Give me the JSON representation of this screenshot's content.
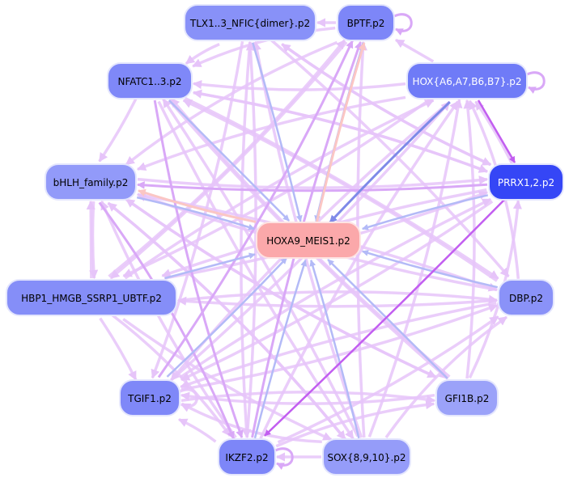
{
  "diagram": {
    "type": "motif-regulatory-network",
    "center_node": "HOXA9_MEIS1.p2",
    "nodes": [
      {
        "id": "TLX",
        "label": "TLX1..3_NFIC{dimer}.p2",
        "fill": "#8891f8",
        "text_color": "#000000"
      },
      {
        "id": "BPTF",
        "label": "BPTF.p2",
        "fill": "#7d86f8",
        "text_color": "#000000"
      },
      {
        "id": "HOX",
        "label": "HOX{A6,A7,B6,B7}.p2",
        "fill": "#6f7bf7",
        "text_color": "#ffffff"
      },
      {
        "id": "NFATC",
        "label": "NFATC1..3.p2",
        "fill": "#7f88f8",
        "text_color": "#000000"
      },
      {
        "id": "BHLH",
        "label": "bHLH_family.p2",
        "fill": "#929af9",
        "text_color": "#000000"
      },
      {
        "id": "PRRX",
        "label": "PRRX1,2.p2",
        "fill": "#3546f6",
        "text_color": "#ffffff"
      },
      {
        "id": "HOXA9",
        "label": "HOXA9_MEIS1.p2",
        "fill": "#fba8aa",
        "text_color": "#000000"
      },
      {
        "id": "HBP1",
        "label": "HBP1_HMGB_SSRP1_UBTF.p2",
        "fill": "#858ef8",
        "text_color": "#000000"
      },
      {
        "id": "DBP",
        "label": "DBP.p2",
        "fill": "#8a92f8",
        "text_color": "#000000"
      },
      {
        "id": "TGIF",
        "label": "TGIF1.p2",
        "fill": "#7f88f8",
        "text_color": "#000000"
      },
      {
        "id": "GFI1B",
        "label": "GFI1B.p2",
        "fill": "#9ba2f9",
        "text_color": "#000000"
      },
      {
        "id": "IKZF2",
        "label": "IKZF2.p2",
        "fill": "#7d86f8",
        "text_color": "#000000"
      },
      {
        "id": "SOX",
        "label": "SOX{8,9,10}.p2",
        "fill": "#959cf9",
        "text_color": "#000000"
      }
    ],
    "edge_colors": {
      "to_center": "#b3baf7",
      "to_center_strong": "#7f8ae8",
      "anti": "#fbc6c4",
      "pos_light": "#e6c4f9",
      "pos_mid": "#d9a8f7",
      "pos_strong": "#c25ef0"
    },
    "edges": [
      {
        "from": "TLX",
        "to": "HOXA9",
        "kind": "to_center"
      },
      {
        "from": "BPTF",
        "to": "HOXA9",
        "kind": "to_center"
      },
      {
        "from": "HOXA9",
        "to": "BPTF",
        "kind": "anti"
      },
      {
        "from": "HOX",
        "to": "HOXA9",
        "kind": "to_center_strong"
      },
      {
        "from": "NFATC",
        "to": "HOXA9",
        "kind": "to_center"
      },
      {
        "from": "BHLH",
        "to": "HOXA9",
        "kind": "to_center"
      },
      {
        "from": "HOXA9",
        "to": "BHLH",
        "kind": "anti"
      },
      {
        "from": "PRRX",
        "to": "HOXA9",
        "kind": "to_center"
      },
      {
        "from": "HBP1",
        "to": "HOXA9",
        "kind": "to_center"
      },
      {
        "from": "DBP",
        "to": "HOXA9",
        "kind": "to_center"
      },
      {
        "from": "TGIF",
        "to": "HOXA9",
        "kind": "to_center"
      },
      {
        "from": "GFI1B",
        "to": "HOXA9",
        "kind": "to_center"
      },
      {
        "from": "IKZF2",
        "to": "HOXA9",
        "kind": "to_center"
      },
      {
        "from": "SOX",
        "to": "HOXA9",
        "kind": "to_center"
      },
      {
        "from": "HOX",
        "to": "PRRX",
        "kind": "pos_strong"
      },
      {
        "from": "PRRX",
        "to": "HOX",
        "kind": "pos_light"
      },
      {
        "from": "BPTF",
        "to": "TLX",
        "kind": "pos_light"
      },
      {
        "from": "PRRX",
        "to": "BHLH",
        "kind": "pos_mid"
      },
      {
        "from": "PRRX",
        "to": "IKZF2",
        "kind": "pos_strong"
      },
      {
        "from": "NFATC",
        "to": "BHLH",
        "kind": "pos_light"
      },
      {
        "from": "BHLH",
        "to": "HBP1",
        "kind": "pos_light"
      },
      {
        "from": "HBP1",
        "to": "BHLH",
        "kind": "pos_light"
      },
      {
        "from": "HBP1",
        "to": "TGIF",
        "kind": "pos_light"
      },
      {
        "from": "IKZF2",
        "to": "TGIF",
        "kind": "pos_light"
      },
      {
        "from": "SOX",
        "to": "IKZF2",
        "kind": "pos_light"
      },
      {
        "from": "SOX",
        "to": "TGIF",
        "kind": "pos_light"
      },
      {
        "from": "TLX",
        "to": "NFATC",
        "kind": "pos_light"
      },
      {
        "from": "HOX",
        "to": "BPTF",
        "kind": "pos_light"
      },
      {
        "from": "NFATC",
        "to": "IKZF2",
        "kind": "pos_mid"
      },
      {
        "from": "NFATC",
        "to": "SOX",
        "kind": "pos_light"
      },
      {
        "from": "NFATC",
        "to": "DBP",
        "kind": "pos_light"
      },
      {
        "from": "NFATC",
        "to": "GFI1B",
        "kind": "pos_light"
      },
      {
        "from": "BHLH",
        "to": "SOX",
        "kind": "pos_light"
      },
      {
        "from": "BHLH",
        "to": "IKZF2",
        "kind": "pos_mid"
      },
      {
        "from": "BHLH",
        "to": "GFI1B",
        "kind": "pos_light"
      },
      {
        "from": "BHLH",
        "to": "DBP",
        "kind": "pos_light"
      },
      {
        "from": "TGIF",
        "to": "BPTF",
        "kind": "pos_mid"
      },
      {
        "from": "TGIF",
        "to": "HOX",
        "kind": "pos_light"
      },
      {
        "from": "TGIF",
        "to": "PRRX",
        "kind": "pos_light"
      },
      {
        "from": "IKZF2",
        "to": "BPTF",
        "kind": "pos_mid"
      },
      {
        "from": "IKZF2",
        "to": "TLX",
        "kind": "pos_light"
      },
      {
        "from": "IKZF2",
        "to": "HOX",
        "kind": "pos_light"
      },
      {
        "from": "SOX",
        "to": "HOX",
        "kind": "pos_light"
      },
      {
        "from": "SOX",
        "to": "TLX",
        "kind": "pos_light"
      },
      {
        "from": "SOX",
        "to": "NFATC",
        "kind": "pos_light"
      },
      {
        "from": "SOX",
        "to": "BPTF",
        "kind": "pos_light"
      },
      {
        "from": "GFI1B",
        "to": "HOX",
        "kind": "pos_light"
      },
      {
        "from": "GFI1B",
        "to": "TGIF",
        "kind": "pos_light"
      },
      {
        "from": "DBP",
        "to": "HOX",
        "kind": "pos_light"
      },
      {
        "from": "DBP",
        "to": "BHLH",
        "kind": "pos_light"
      },
      {
        "from": "DBP",
        "to": "TGIF",
        "kind": "pos_light"
      },
      {
        "from": "DBP",
        "to": "HBP1",
        "kind": "pos_light"
      },
      {
        "from": "HBP1",
        "to": "PRRX",
        "kind": "pos_light"
      },
      {
        "from": "HBP1",
        "to": "DBP",
        "kind": "pos_light"
      },
      {
        "from": "HBP1",
        "to": "BPTF",
        "kind": "pos_light"
      },
      {
        "from": "HBP1",
        "to": "HOX",
        "kind": "pos_light"
      },
      {
        "from": "HBP1",
        "to": "SOX",
        "kind": "pos_light"
      },
      {
        "from": "HBP1",
        "to": "IKZF2",
        "kind": "pos_light"
      },
      {
        "from": "TLX",
        "to": "IKZF2",
        "kind": "pos_light"
      },
      {
        "from": "TLX",
        "to": "TGIF",
        "kind": "pos_light"
      },
      {
        "from": "BPTF",
        "to": "BHLH",
        "kind": "pos_light"
      },
      {
        "from": "BPTF",
        "to": "HBP1",
        "kind": "pos_light"
      },
      {
        "from": "BPTF",
        "to": "NFATC",
        "kind": "pos_light"
      },
      {
        "from": "HOX",
        "to": "NFATC",
        "kind": "pos_light"
      },
      {
        "from": "HOX",
        "to": "BHLH",
        "kind": "pos_light"
      },
      {
        "from": "HOX",
        "to": "HBP1",
        "kind": "pos_light"
      },
      {
        "from": "HOX",
        "to": "TGIF",
        "kind": "pos_light"
      },
      {
        "from": "PRRX",
        "to": "TGIF",
        "kind": "pos_light"
      },
      {
        "from": "PRRX",
        "to": "HBP1",
        "kind": "pos_light"
      },
      {
        "from": "PRRX",
        "to": "TLX",
        "kind": "pos_light"
      },
      {
        "from": "PRRX",
        "to": "NFATC",
        "kind": "pos_light"
      },
      {
        "from": "GFI1B",
        "to": "BHLH",
        "kind": "pos_light"
      },
      {
        "from": "GFI1B",
        "to": "PRRX",
        "kind": "pos_light"
      },
      {
        "from": "SOX",
        "to": "DBP",
        "kind": "pos_light"
      },
      {
        "from": "IKZF2",
        "to": "DBP",
        "kind": "pos_light"
      },
      {
        "from": "IKZF2",
        "to": "GFI1B",
        "kind": "pos_light"
      },
      {
        "from": "TGIF",
        "to": "DBP",
        "kind": "pos_light"
      },
      {
        "from": "TGIF",
        "to": "GFI1B",
        "kind": "pos_light"
      },
      {
        "from": "BHLH",
        "to": "PRRX",
        "kind": "pos_light"
      },
      {
        "from": "NFATC",
        "to": "PRRX",
        "kind": "pos_light"
      },
      {
        "from": "TLX",
        "to": "PRRX",
        "kind": "pos_light"
      },
      {
        "from": "TLX",
        "to": "DBP",
        "kind": "pos_light"
      },
      {
        "from": "DBP",
        "to": "NFATC",
        "kind": "pos_light"
      },
      {
        "from": "GFI1B",
        "to": "NFATC",
        "kind": "pos_light"
      },
      {
        "from": "SOX",
        "to": "BHLH",
        "kind": "pos_light"
      },
      {
        "from": "IKZF2",
        "to": "BHLH",
        "kind": "pos_light"
      },
      {
        "from": "TGIF",
        "to": "TGIF",
        "kind": "pos_light"
      },
      {
        "from": "IKZF2",
        "to": "IKZF2",
        "kind": "pos_mid"
      },
      {
        "from": "BPTF",
        "to": "BPTF",
        "kind": "pos_mid"
      },
      {
        "from": "HOX",
        "to": "HOX",
        "kind": "pos_mid"
      }
    ]
  }
}
